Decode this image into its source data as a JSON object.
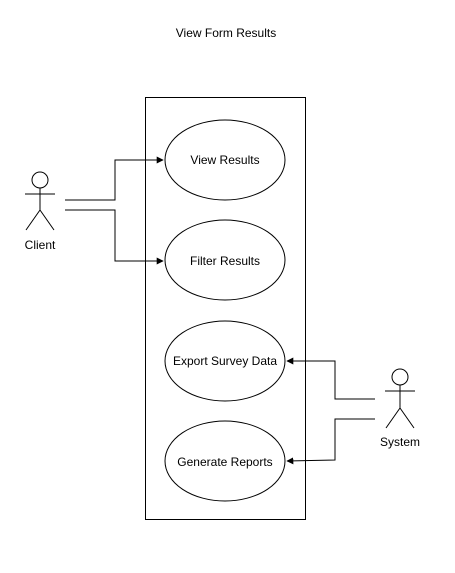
{
  "title": "View Form Results",
  "actors": {
    "client": {
      "label": "Client"
    },
    "system": {
      "label": "System"
    }
  },
  "use_cases": [
    {
      "id": "view-results",
      "label": "View Results"
    },
    {
      "id": "filter-results",
      "label": "Filter Results"
    },
    {
      "id": "export-survey-data",
      "label": "Export Survey Data"
    },
    {
      "id": "generate-reports",
      "label": "Generate Reports"
    }
  ],
  "associations": [
    {
      "from": "Client",
      "to": "View Results"
    },
    {
      "from": "Client",
      "to": "Filter Results"
    },
    {
      "from": "System",
      "to": "Export Survey Data"
    },
    {
      "from": "System",
      "to": "Generate Reports"
    }
  ]
}
